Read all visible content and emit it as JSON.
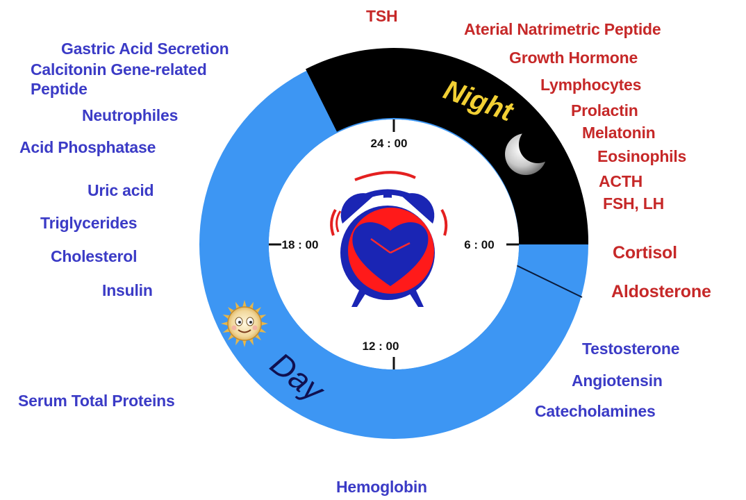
{
  "colors": {
    "blue_text": "#3b3bc6",
    "red_text": "#c62828",
    "day_ring": "#3d96f3",
    "night_ring": "#000000",
    "night_text": "#f2d034",
    "day_text": "#101050",
    "clock_red": "#ff1a1a",
    "clock_blue": "#1a25b4"
  },
  "segments": {
    "night_label": "Night",
    "day_label": "Day"
  },
  "clock_times": {
    "top": "24 : 00",
    "right": "6 : 00",
    "bottom": "12 : 00",
    "left": "18 : 00"
  },
  "icons": {
    "moon": "moon-icon",
    "sun": "sun-icon",
    "alarm_clock": "alarm-clock-icon"
  },
  "labels": {
    "tsh": "TSH",
    "anp": "Aterial Natrimetric Peptide",
    "growth_hormone": "Growth Hormone",
    "lymphocytes": "Lymphocytes",
    "prolactin": "Prolactin",
    "melatonin": "Melatonin",
    "eosinophils": "Eosinophils",
    "acth": "ACTH",
    "fsh_lh": "FSH, LH",
    "cortisol": "Cortisol",
    "aldosterone": "Aldosterone",
    "testosterone": "Testosterone",
    "angiotensin": "Angiotensin",
    "catecholamines": "Catecholamines",
    "hemoglobin": "Hemoglobin",
    "serum_total_proteins": "Serum Total Proteins",
    "insulin": "Insulin",
    "cholesterol": "Cholesterol",
    "triglycerides": "Triglycerides",
    "uric_acid": "Uric acid",
    "acid_phosphatase": "Acid Phosphatase",
    "neutrophiles": "Neutrophiles",
    "cgrp_line1": "Calcitonin Gene-related",
    "cgrp_line2": "Peptide",
    "gastric_acid": "Gastric Acid Secretion"
  }
}
